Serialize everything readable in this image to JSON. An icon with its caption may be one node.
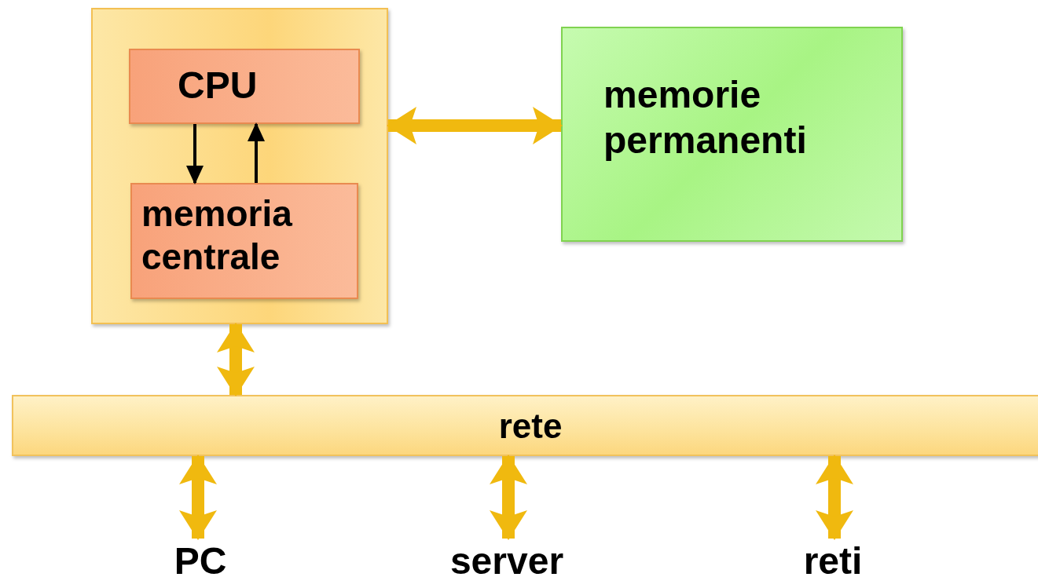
{
  "diagram": {
    "nodes": [
      {
        "text": [],
        "shape": "box"
      },
      {
        "text": [
          "CPU"
        ],
        "in": 0
      },
      {
        "text": [
          "memoria centrale"
        ],
        "in": 0
      },
      {
        "text": [
          "memorie permanenti"
        ]
      },
      {
        "text": [
          "rete"
        ]
      },
      {
        "text": [
          "PC"
        ]
      },
      {
        "text": [
          "server"
        ]
      },
      {
        "text": [
          "reti"
        ]
      }
    ],
    "edges": [
      {
        "from": 1,
        "to": 2,
        "arrow": "to",
        "color": "#000000"
      },
      {
        "from": 2,
        "to": 1,
        "arrow": "to",
        "color": "#000000"
      },
      {
        "from": 0,
        "to": 3,
        "arrow": "both"
      },
      {
        "from": 0,
        "to": 4,
        "arrow": "both"
      },
      {
        "from": 4,
        "to": 5,
        "arrow": "both"
      },
      {
        "from": 4,
        "to": 6,
        "arrow": "both"
      },
      {
        "from": 4,
        "to": 7,
        "arrow": "both"
      }
    ]
  }
}
